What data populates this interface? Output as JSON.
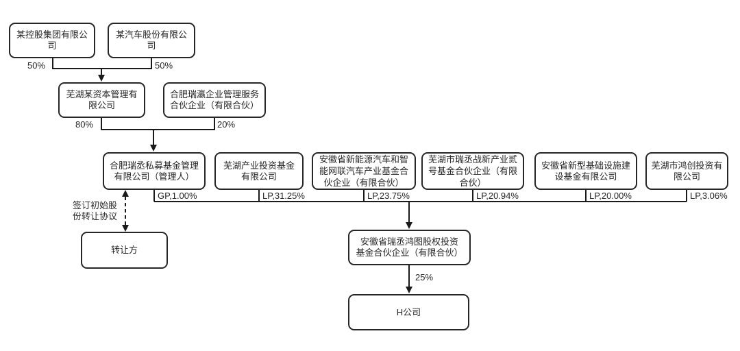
{
  "diagram_type": "equity-structure-flowchart",
  "nodes": {
    "holding_group": {
      "label": "某控股集团有限公\n司"
    },
    "auto_company": {
      "label": "某汽车股份有限公\n司"
    },
    "wuhu_capital": {
      "label": "芜湖某资本管理有\n限公司"
    },
    "hefei_ruiying": {
      "label": "合肥瑞瀛企业管理服务\n合伙企业（有限合伙）"
    },
    "fund_manager": {
      "label": "合肥瑞丞私募基金管理\n有限公司（管理人）"
    },
    "wuhu_industry": {
      "label": "芜湖产业投资基金\n有限公司"
    },
    "anhui_nev": {
      "label": "安徽省新能源汽车和智\n能网联汽车产业基金合\n伙企业（有限合伙）"
    },
    "wuhu_ruicheng2": {
      "label": "芜湖市瑞丞战新产业贰\n号基金合伙企业（有限\n合伙）"
    },
    "anhui_infra": {
      "label": "安徽省新型基础设施建\n设基金有限公司"
    },
    "wuhu_hongchuang": {
      "label": "芜湖市鸿创投资有\n限公司"
    },
    "target_fund": {
      "label": "安徽省瑞丞鸿图股权投资\n基金合伙企业（有限合伙）"
    },
    "transferor": {
      "label": "转让方"
    },
    "h_company": {
      "label": "H公司"
    }
  },
  "edge_labels": {
    "holding_pct": "50%",
    "auto_pct": "50%",
    "capital_pct": "80%",
    "ruiying_pct": "20%",
    "manager_pct": "GP,1.00%",
    "industry_pct": "LP,31.25%",
    "nev_pct": "LP,23.75%",
    "ruicheng2_pct": "LP,20.94%",
    "infra_pct": "LP,20.00%",
    "hongchuang_pct": "LP,3.06%",
    "fund_pct": "25%",
    "agreement_note": "签订初始股\n份转让协议"
  },
  "colors": {
    "background": "#ffffff",
    "box_border": "#262626",
    "line": "#1a1a1a",
    "text": "#262626"
  }
}
